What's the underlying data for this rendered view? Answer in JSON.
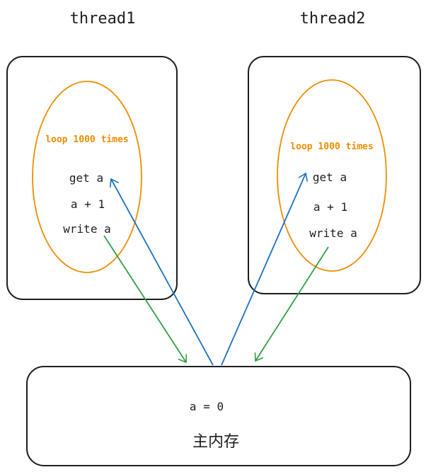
{
  "colors": {
    "stroke": "#1e1e1e",
    "loop": "#f08c00",
    "read_arrow": "#1971c2",
    "write_arrow": "#2f9e44",
    "text": "#1e1e1e"
  },
  "threads": [
    {
      "title": "thread1",
      "loop_label": "loop 1000 times",
      "steps": [
        "get a",
        "a + 1",
        "write a"
      ]
    },
    {
      "title": "thread2",
      "loop_label": "loop 1000 times",
      "steps": [
        "get a",
        "a + 1",
        "write a"
      ]
    }
  ],
  "memory": {
    "value_label": "a = 0",
    "title": "主内存"
  }
}
